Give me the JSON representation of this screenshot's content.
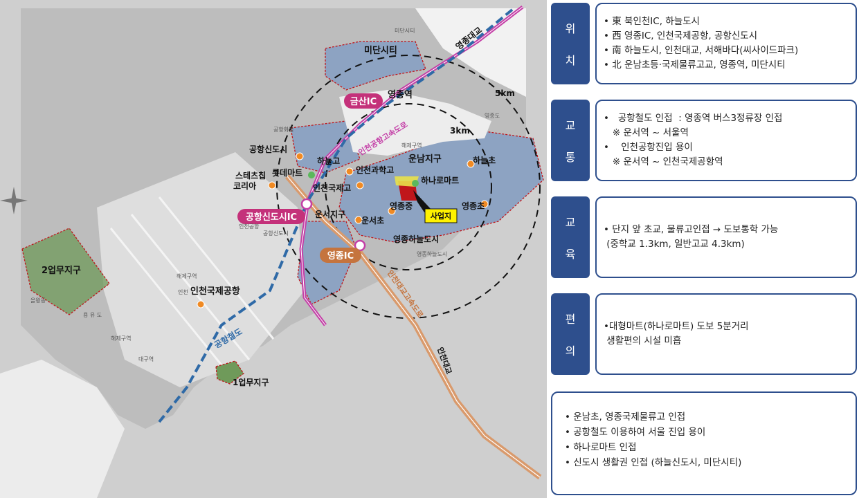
{
  "map": {
    "labels": {
      "midan_city": "미단시티",
      "midan_city_small": "미단시티",
      "yeongjong_bridge": "영종대교",
      "geumsan_ic": "금산IC",
      "yeongjong_station": "영종역",
      "airport_expressway": "인천공항고속도로",
      "r5km": "5km",
      "r3km": "3km",
      "airport_newtown": "공항신도시",
      "haneul_high": "하늘고",
      "incheon_science_high": "인천과학고",
      "unnam_district": "운남지구",
      "haneul_elem": "하늘초",
      "steitchip": "스테츠칩",
      "korea": "코리아",
      "lotte_mart": "롯데마트",
      "incheon_intl_high": "인천국제고",
      "hanaro_mart": "하나로마트",
      "airport_newtown_ic": "공항신도시IC",
      "unseo_district": "운서지구",
      "yeongjong_middle": "영종중",
      "site": "사업지",
      "yeongjong_elem": "영종초",
      "unseo_elem": "운서초",
      "yeongjong_haneul_city": "영종하늘도시",
      "yeongjong_ic": "영종IC",
      "incheon_bridge_expressway": "인천대교고속도로",
      "incheon_bridge": "인천대교",
      "business_zone_2": "2업무지구",
      "incheon_airport": "인천국제공항",
      "airport_railway": "공항철도",
      "business_zone_1": "1업무지구",
      "haeje_station": "해제구역",
      "haeje_station2": "해제구역",
      "airport_small": "인천",
      "yongyu": "용 유 도",
      "eulwangdong": "을왕동",
      "daegu_station": "대구역",
      "haeje_right": "해제구역",
      "yeongjong_haneul_small": "영종하늘도시",
      "airport_town_small": "공항화물",
      "airport_town": "인천공항",
      "yeongjong_oil": "영종도",
      "airport_city_small": "공항신도시"
    },
    "colors": {
      "land": "#c4c4c4",
      "airport": "#d8d8d8",
      "sea": "#ffffff",
      "urban_blue": "#8da3c2",
      "green_zone": "#6f9a5a",
      "highway": "#d99a6c",
      "expressway_airport": "#c43fa7",
      "railway": "#2f6aa7",
      "site_red": "#c0161b",
      "school_orange": "#f08a23"
    }
  },
  "panels": [
    {
      "category": [
        "위",
        "치"
      ],
      "lines": [
        "• 東 북인천IC, 하늘도시",
        "• 西 영종IC, 인천국제공항, 공항신도시",
        "• 南 하늘도시, 인천대교, 서해바다(씨사이드파크)",
        "• 北 운남초등·국제물류고교, 영종역, 미단시티"
      ]
    },
    {
      "category": [
        "교",
        "통"
      ],
      "lines": [
        "•   공항철도 인접  : 영종역 버스3정류장 인접",
        "   ※ 운서역 ~ 서울역",
        "•    인천공항진입 용이",
        "   ※ 운서역 ~ 인천국제공항역"
      ]
    },
    {
      "category": [
        "교",
        "육"
      ],
      "lines": [
        "• 단지 앞 초교, 물류고인접 → 도보통학 가능",
        " (중학교 1.3km, 일반고교 4.3km)"
      ]
    },
    {
      "category": [
        "편",
        "의"
      ],
      "lines": [
        "•대형마트(하나로마트) 도보 5분거리",
        " 생활편의 시설 미흡"
      ]
    }
  ],
  "summary": [
    "• 운남초, 영종국제물류고 인접",
    "• 공항철도 이용하여 서울 진입 용이",
    "• 하나로마트 인접",
    "• 신도시 생활권 인접 (하늘신도시, 미단시티)"
  ]
}
